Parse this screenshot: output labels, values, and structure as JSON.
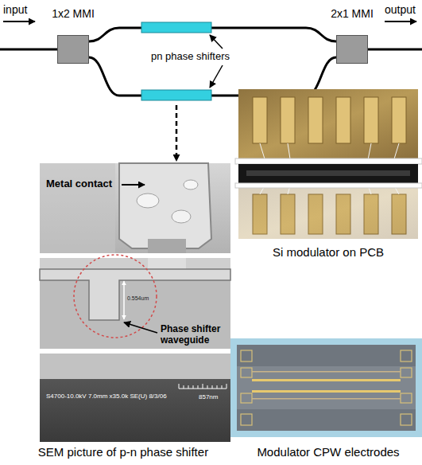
{
  "diagram": {
    "nodes": [
      {
        "text": [
          "1x2 MMI"
        ]
      },
      {
        "text": [
          "2x1 MMI"
        ]
      }
    ],
    "edges": [
      {
        "from": 0,
        "to": 1,
        "arrow": "none"
      },
      {
        "from": 0,
        "to": 1,
        "arrow": "none"
      }
    ],
    "labels": [
      "input",
      "output",
      "pn phase shifters",
      "Metal contact",
      "Si modulator on PCB",
      "0.554um",
      "Phase shifter waveguide",
      "S4700-10.0kV 7.0mm x35.0k SE(U) 8/3/06",
      "857nm",
      "SEM picture of p-n phase shifter",
      "Modulator CPW electrodes"
    ]
  }
}
